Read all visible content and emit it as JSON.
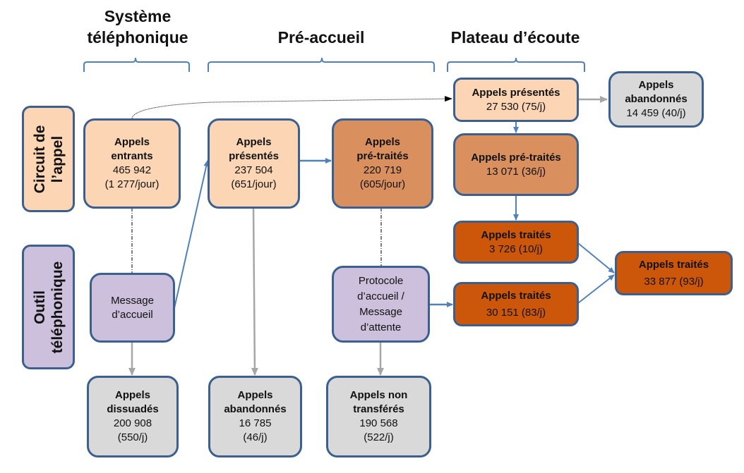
{
  "headers": {
    "systeme": [
      "Système",
      "téléphonique"
    ],
    "preaccueil": "Pré-accueil",
    "plateau": "Plateau d’écoute"
  },
  "row_labels": {
    "circuit": [
      "Circuit de",
      "l’appel"
    ],
    "outil": [
      "Outil",
      "téléphonique"
    ]
  },
  "colors": {
    "border": "#3b5f8e",
    "peach": "#fbd5b4",
    "tan": "#d9905e",
    "orange": "#cc570a",
    "lilac": "#cdc0dc",
    "grey": "#d9d9d9",
    "arrow_blue": "#4f81bd",
    "arrow_grey": "#a6a6a6"
  },
  "boxes": {
    "entrants": {
      "title": [
        "Appels",
        "entrants"
      ],
      "value": "465 942",
      "rate": "(1 277/jour)"
    },
    "message_accueil": {
      "text": [
        "Message",
        "d’accueil"
      ]
    },
    "dissuades": {
      "title": [
        "Appels",
        "dissuadés"
      ],
      "value": "200 908",
      "rate": "(550/j)"
    },
    "pa_presentes": {
      "title": [
        "Appels",
        "présentés"
      ],
      "value": "237 504",
      "rate": "(651/jour)"
    },
    "pa_abandonnes": {
      "title": [
        "Appels",
        "abandonnés"
      ],
      "value": "16 785",
      "rate": "(46/j)"
    },
    "pa_pretraites": {
      "title": [
        "Appels",
        "pré-traités"
      ],
      "value": "220 719",
      "rate": "(605/jour)"
    },
    "protocole": {
      "text": [
        "Protocole",
        "d’accueil /",
        "Message",
        "d’attente"
      ]
    },
    "non_transferes": {
      "title": [
        "Appels non",
        "transférés"
      ],
      "value": "190 568",
      "rate": "(522/j)"
    },
    "pe_presentes": {
      "title": "Appels présentés",
      "line": "27 530 (75/j)"
    },
    "pe_abandonnes": {
      "title": [
        "Appels",
        "abandonnés"
      ],
      "line": "14 459 (40/j)"
    },
    "pe_pretraites": {
      "title": "Appels pré-traités",
      "line": "13 071 (36/j)"
    },
    "pe_traites_a": {
      "title": "Appels traités",
      "line": "3 726 (10/j)"
    },
    "pe_traites_b": {
      "title": "Appels traités",
      "line": "30 151 (83/j)"
    },
    "pe_traites_total": {
      "title": "Appels traités",
      "line": "33 877 (93/j)"
    }
  }
}
